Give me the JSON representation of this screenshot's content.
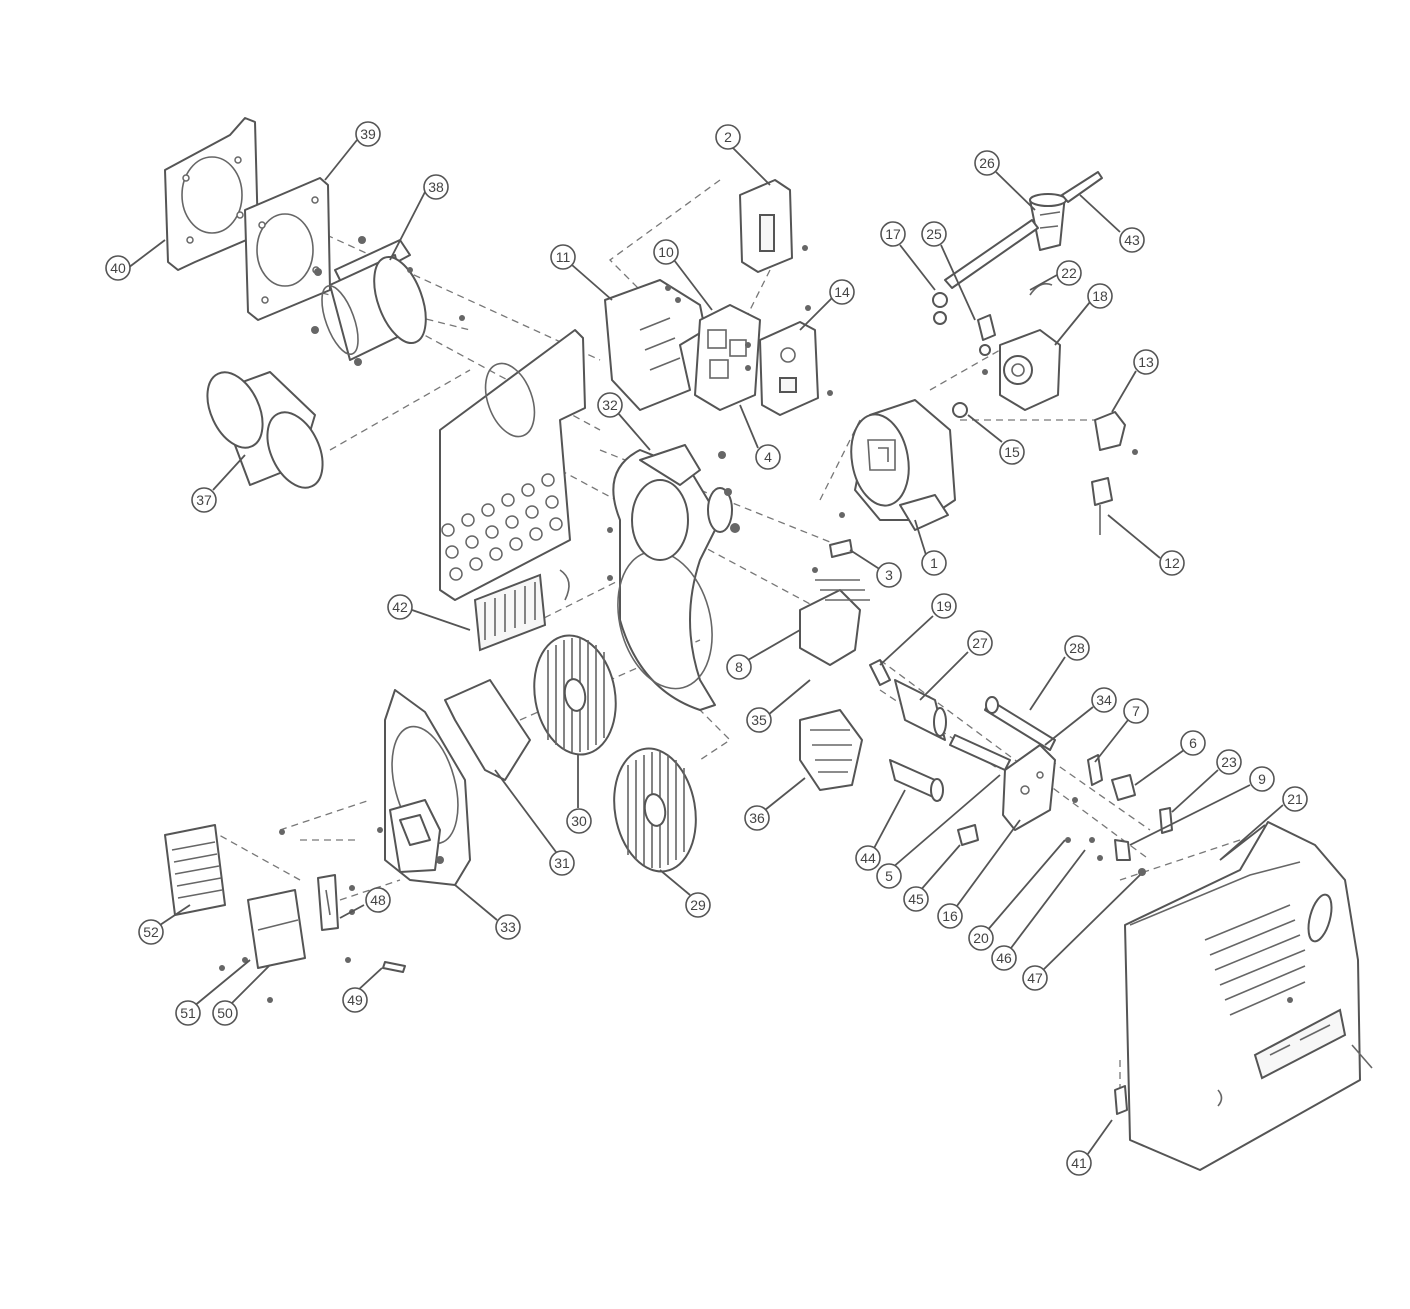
{
  "diagram": {
    "callouts": [
      "40",
      "39",
      "38",
      "37",
      "2",
      "11",
      "10",
      "14",
      "32",
      "4",
      "26",
      "43",
      "17",
      "25",
      "22",
      "18",
      "13",
      "15",
      "1",
      "3",
      "12",
      "42",
      "8",
      "35",
      "19",
      "27",
      "28",
      "34",
      "7",
      "6",
      "23",
      "9",
      "21",
      "36",
      "30",
      "31",
      "29",
      "33",
      "52",
      "48",
      "51",
      "50",
      "49",
      "44",
      "5",
      "45",
      "16",
      "20",
      "46",
      "47",
      "41"
    ],
    "colors": {
      "line": "#555555",
      "background": "#ffffff"
    }
  }
}
